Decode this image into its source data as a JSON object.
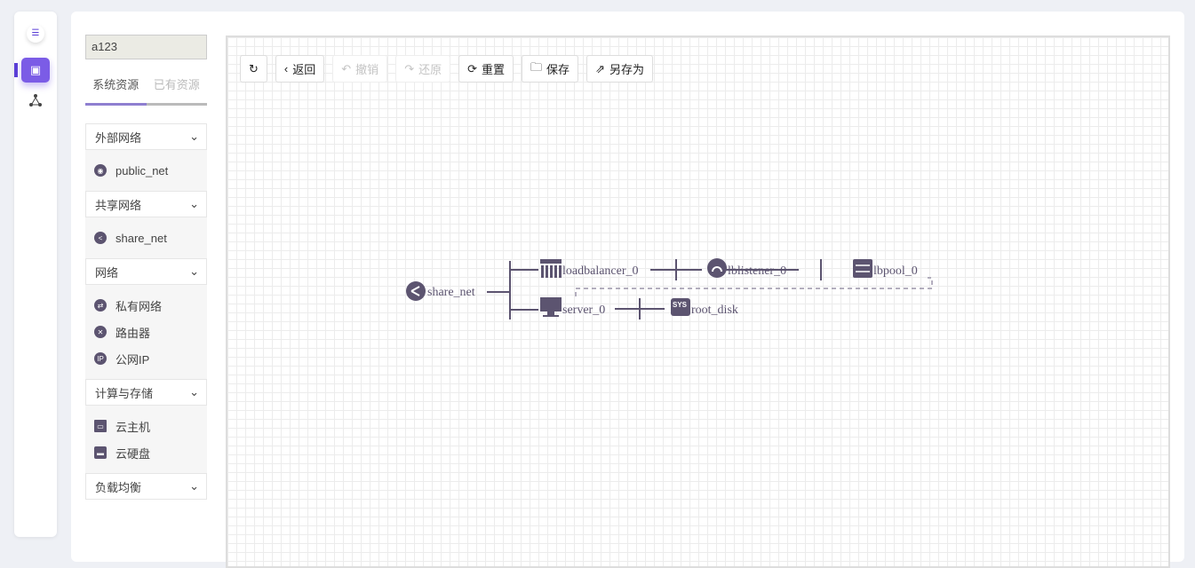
{
  "nav": {
    "items": [
      {
        "icon": "menu-icon"
      },
      {
        "icon": "canvas-icon"
      },
      {
        "icon": "topology-icon"
      }
    ]
  },
  "sidebar": {
    "project_name": "a123",
    "tabs": [
      {
        "label": "系统资源"
      },
      {
        "label": "已有资源"
      }
    ],
    "groups": [
      {
        "title": "外部网络",
        "items": [
          {
            "label": "public_net"
          }
        ]
      },
      {
        "title": "共享网络",
        "items": [
          {
            "label": "share_net"
          }
        ]
      },
      {
        "title": "网络",
        "items": [
          {
            "label": "私有网络"
          },
          {
            "label": "路由器"
          },
          {
            "label": "公网IP"
          }
        ]
      },
      {
        "title": "计算与存储",
        "items": [
          {
            "label": "云主机"
          },
          {
            "label": "云硬盘"
          }
        ]
      },
      {
        "title": "负载均衡",
        "items": []
      }
    ]
  },
  "toolbar": {
    "refresh": "",
    "back": "返回",
    "undo": "撤销",
    "redo": "还原",
    "reset": "重置",
    "save": "保存",
    "save_as": "另存为"
  },
  "diagram": {
    "nodes": {
      "share_net": "share_net",
      "loadbalancer": "loadbalancer_0",
      "lblistener": "lblistener_0",
      "lbpool": "lbpool_0",
      "server": "server_0",
      "root_disk": "root_disk"
    },
    "disk_badge": "SYS"
  }
}
